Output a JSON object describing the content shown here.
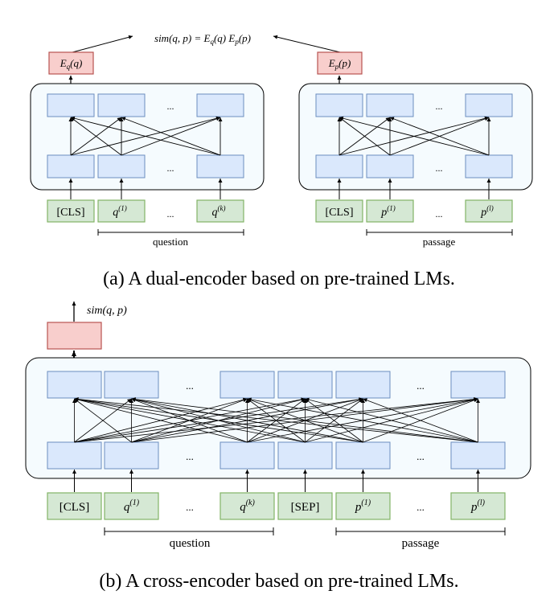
{
  "panel_a": {
    "similarity": "sim(q, p) = E",
    "similarity_sub_q": "q",
    "similarity_mid": "(q) E",
    "similarity_sub_p": "p",
    "similarity_end": "(p)",
    "eq_label_main": "E",
    "eq_label_sub": "q",
    "eq_label_arg": "(q)",
    "ep_label_main": "E",
    "ep_label_sub": "p",
    "ep_label_arg": "(p)",
    "ellipsis": "...",
    "question_inputs": [
      "[CLS]",
      "q",
      "...",
      "q"
    ],
    "question_sup": [
      "",
      "(1)",
      "",
      "(k)"
    ],
    "passage_inputs": [
      "[CLS]",
      "p",
      "...",
      "p"
    ],
    "passage_sup": [
      "",
      "(1)",
      "",
      "(l)"
    ],
    "question_brace": "question",
    "passage_brace": "passage",
    "caption": "(a) A dual-encoder based on pre-trained LMs."
  },
  "panel_b": {
    "similarity": "sim(q, p)",
    "ellipsis": "...",
    "inputs": [
      "[CLS]",
      "q",
      "...",
      "q",
      "[SEP]",
      "p",
      "...",
      "p"
    ],
    "sups": [
      "",
      "(1)",
      "",
      "(k)",
      "",
      "(1)",
      "",
      "(l)"
    ],
    "question_brace": "question",
    "passage_brace": "passage",
    "caption": "(b) A cross-encoder based on pre-trained LMs."
  },
  "colors": {
    "blue_fill": "#dae8fc",
    "blue_stroke": "#6c8ebf",
    "green_fill": "#d5e8d4",
    "green_stroke": "#82b366",
    "red_fill": "#f8cecc",
    "red_stroke": "#b85450",
    "container_fill": "#f5fbfe"
  }
}
